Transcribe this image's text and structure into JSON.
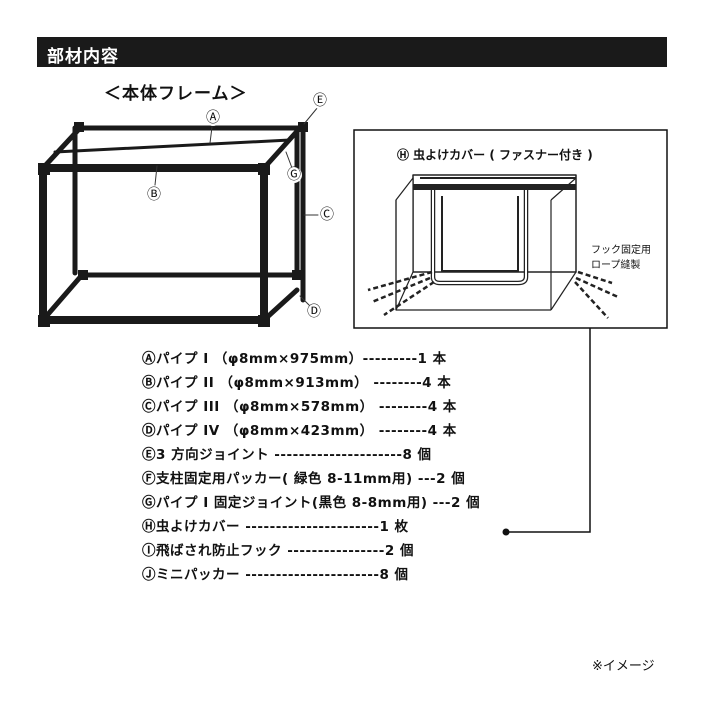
{
  "header": {
    "title": "部材内容"
  },
  "frame": {
    "title": "＜本体フレーム＞",
    "markers": [
      "Ⓐ",
      "Ⓑ",
      "Ⓒ",
      "Ⓓ",
      "Ⓔ",
      "Ⓖ"
    ]
  },
  "cover_panel": {
    "title": "Ⓗ 虫よけカバー ( ファスナー付き )",
    "note_line1": "フック固定用",
    "note_line2": "ロープ縫製"
  },
  "parts": [
    "Ⓐパイプ I （φ8mm×975mm）---------1 本",
    "Ⓑパイプ II （φ8mm×913mm） --------4 本",
    "Ⓒパイプ III （φ8mm×578mm） --------4 本",
    "Ⓓパイプ IV （φ8mm×423mm） --------4 本",
    "Ⓔ3 方向ジョイント ---------------------8 個",
    "Ⓕ支柱固定用パッカー( 緑色 8-11mm用) ---2 個",
    "Ⓖパイプ I 固定ジョイント(黒色 8-8mm用) ---2 個",
    "Ⓗ虫よけカバー ----------------------1 枚",
    "Ⓘ飛ばされ防止フック ----------------2 個",
    "Ⓙミニパッカー ----------------------8 個"
  ],
  "footnote": "※イメージ"
}
